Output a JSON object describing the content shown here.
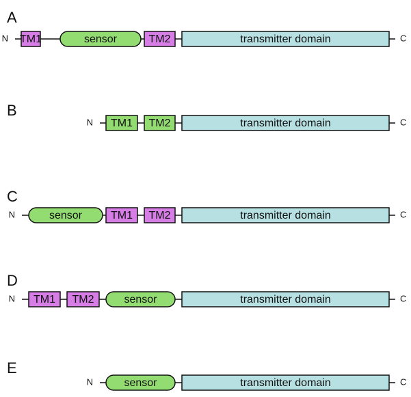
{
  "colors": {
    "tm": "#d67ee6",
    "sensor": "#93dc72",
    "tm_green": "#93dc72",
    "transmitter": "#b7e0e3",
    "stroke": "#111111"
  },
  "panels": [
    {
      "label": "A",
      "n_terminus": "N",
      "c_terminus": "C",
      "domains": [
        {
          "type": "tm",
          "text": "TM1",
          "color": "#d67ee6"
        },
        {
          "type": "sensor",
          "text": "sensor",
          "color": "#93dc72"
        },
        {
          "type": "tm",
          "text": "TM2",
          "color": "#d67ee6"
        },
        {
          "type": "transmitter",
          "text": "transmitter domain",
          "color": "#b7e0e3"
        }
      ]
    },
    {
      "label": "B",
      "n_terminus": "N",
      "c_terminus": "C",
      "domains": [
        {
          "type": "tm",
          "text": "TM1",
          "color": "#93dc72"
        },
        {
          "type": "tm",
          "text": "TM2",
          "color": "#93dc72"
        },
        {
          "type": "transmitter",
          "text": "transmitter domain",
          "color": "#b7e0e3"
        }
      ]
    },
    {
      "label": "C",
      "n_terminus": "N",
      "c_terminus": "C",
      "domains": [
        {
          "type": "sensor",
          "text": "sensor",
          "color": "#93dc72"
        },
        {
          "type": "tm",
          "text": "TM1",
          "color": "#d67ee6"
        },
        {
          "type": "tm",
          "text": "TM2",
          "color": "#d67ee6"
        },
        {
          "type": "transmitter",
          "text": "transmitter domain",
          "color": "#b7e0e3"
        }
      ]
    },
    {
      "label": "D",
      "n_terminus": "N",
      "c_terminus": "C",
      "domains": [
        {
          "type": "tm",
          "text": "TM1",
          "color": "#d67ee6"
        },
        {
          "type": "tm",
          "text": "TM2",
          "color": "#d67ee6"
        },
        {
          "type": "sensor",
          "text": "sensor",
          "color": "#93dc72"
        },
        {
          "type": "transmitter",
          "text": "transmitter domain",
          "color": "#b7e0e3"
        }
      ]
    },
    {
      "label": "E",
      "n_terminus": "N",
      "c_terminus": "C",
      "domains": [
        {
          "type": "sensor",
          "text": "sensor",
          "color": "#93dc72"
        },
        {
          "type": "transmitter",
          "text": "transmitter domain",
          "color": "#b7e0e3"
        }
      ]
    }
  ]
}
